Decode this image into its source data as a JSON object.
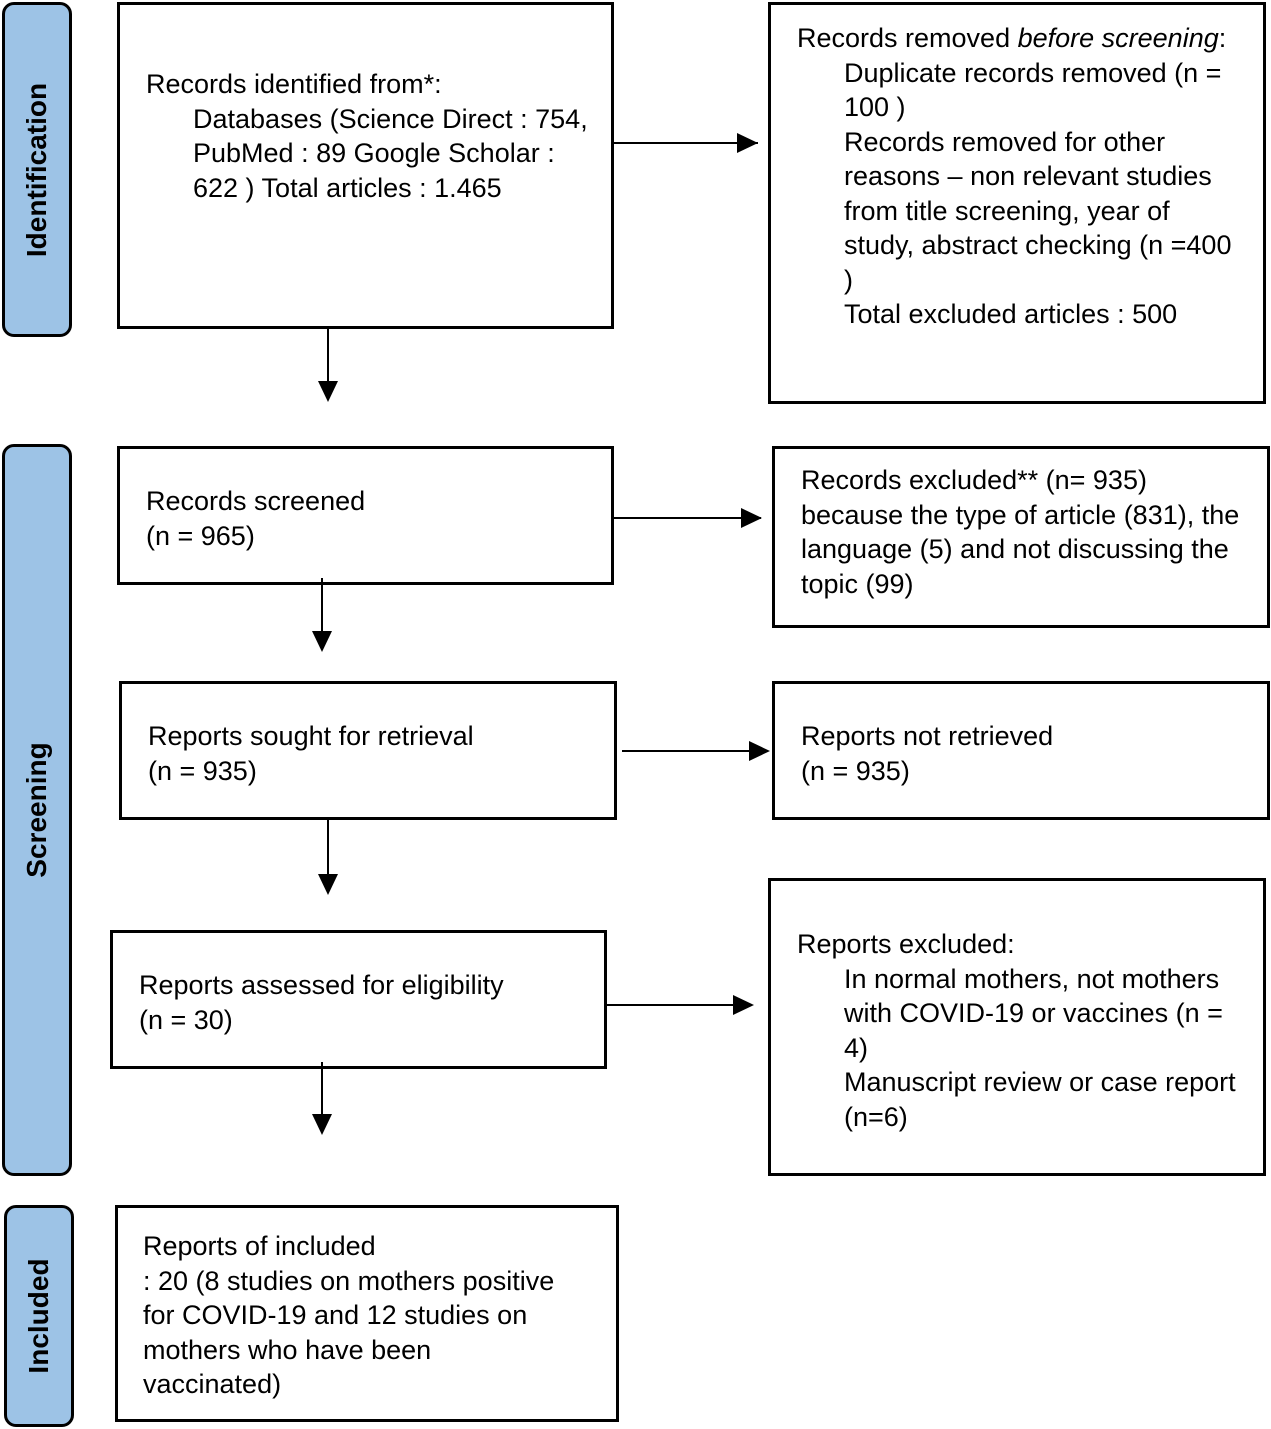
{
  "phases": {
    "identification": "Identification",
    "screening": "Screening",
    "included": "Included"
  },
  "boxes": {
    "identified": {
      "heading": "Records identified from*:",
      "body": "Databases (Science Direct : 754, PubMed : 89 Google Scholar : 622 ) Total articles : 1.465"
    },
    "removed": {
      "heading_pre": "Records removed ",
      "heading_em": "before screening",
      "heading_post": ":",
      "item1": "Duplicate records removed (n = 100 )",
      "item2": "Records removed for other reasons – non relevant studies from title screening, year of study, abstract checking (n =400 )",
      "item3": "Total excluded articles : 500"
    },
    "screened": {
      "line1": "Records screened",
      "line2": "(n = 965)"
    },
    "excluded": {
      "text": "Records excluded** (n= 935) because the type of article (831), the language (5) and not discussing the topic (99)"
    },
    "sought": {
      "line1": "Reports sought for retrieval",
      "line2": "(n = 935)"
    },
    "not_retrieved": {
      "line1": "Reports not retrieved",
      "line2": "(n = 935)"
    },
    "assessed": {
      "line1": "Reports assessed for eligibility",
      "line2": "(n = 30)"
    },
    "reports_excluded": {
      "heading": "Reports excluded:",
      "item1": "In normal mothers, not mothers with COVID-19 or vaccines (n = 4)",
      "item2": "Manuscript review or case report (n=6)"
    },
    "included": {
      "line1": "Reports of included",
      "line2": ": 20 (8 studies on mothers positive for COVID-19 and 12 studies on mothers who have been vaccinated)"
    }
  }
}
